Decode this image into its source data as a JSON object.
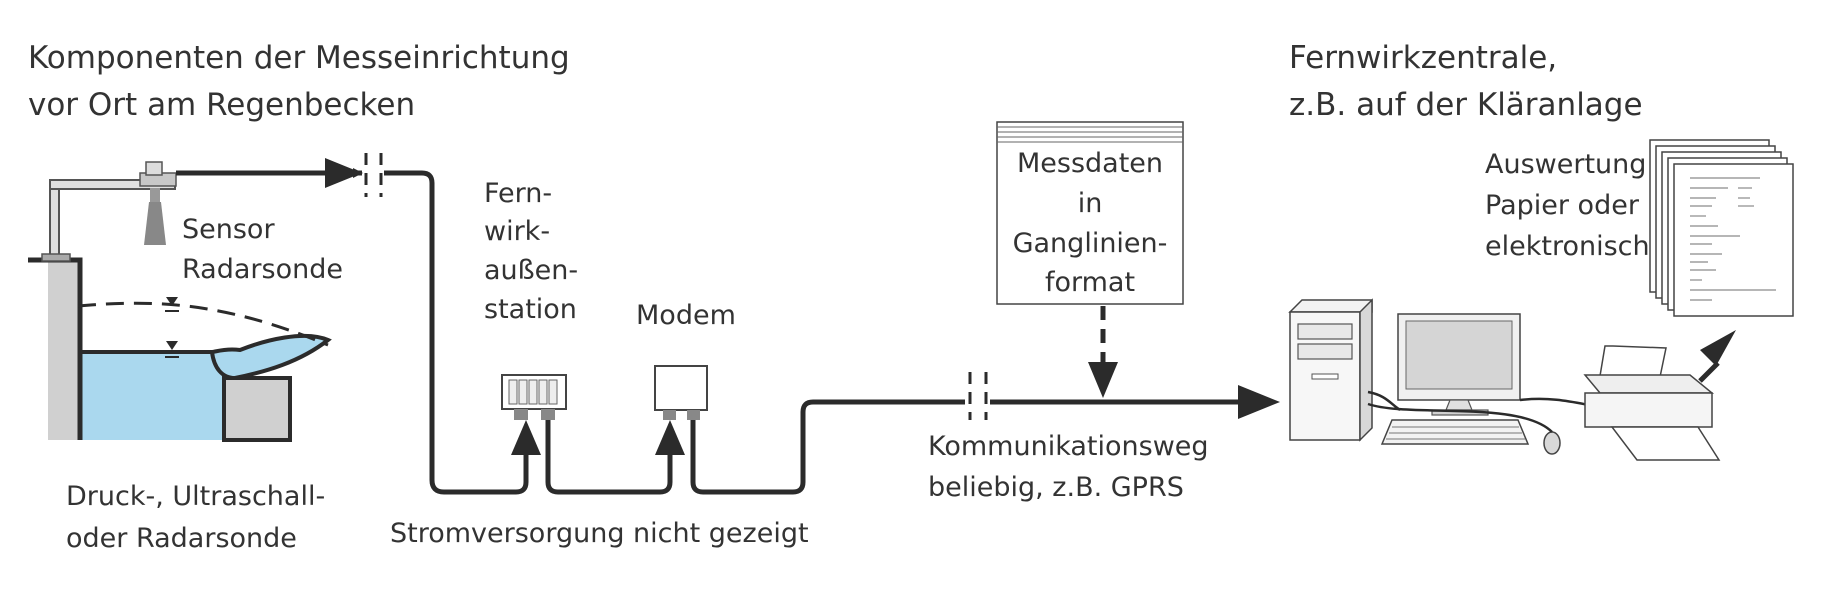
{
  "left_heading": {
    "line1": "Komponenten der Messeinrichtung",
    "line2": "vor Ort am Regenbecken"
  },
  "right_heading": {
    "line1": "Fernwirkzentrale,",
    "line2": "z.B. auf der Kläranlage"
  },
  "sensor_label": {
    "line1": "Sensor",
    "line2": "Radarsonde"
  },
  "alt_sensor_label": {
    "line1": "Druck-, Ultraschall-",
    "line2": "oder Radarsonde"
  },
  "outstation_label": {
    "line1": "Fern-",
    "line2": "wirk-",
    "line3": "außen-",
    "line4": "station"
  },
  "modem_label": "Modem",
  "power_note": "Stromversorgung nicht gezeigt",
  "measurement_box": {
    "line1": "Messdaten",
    "line2": "in",
    "line3": "Ganglinien-",
    "line4": "format"
  },
  "link_label": {
    "line1": "Kommunikationsweg",
    "line2": "beliebig, z.B. GPRS"
  },
  "evaluation_label": {
    "line1": "Auswertung",
    "line2": "Papier oder",
    "line3": "elektronisch"
  },
  "colors": {
    "water": "#aad8ee",
    "wall": "#d0d0d0",
    "line": "#2b2b2b",
    "text": "#333333"
  }
}
